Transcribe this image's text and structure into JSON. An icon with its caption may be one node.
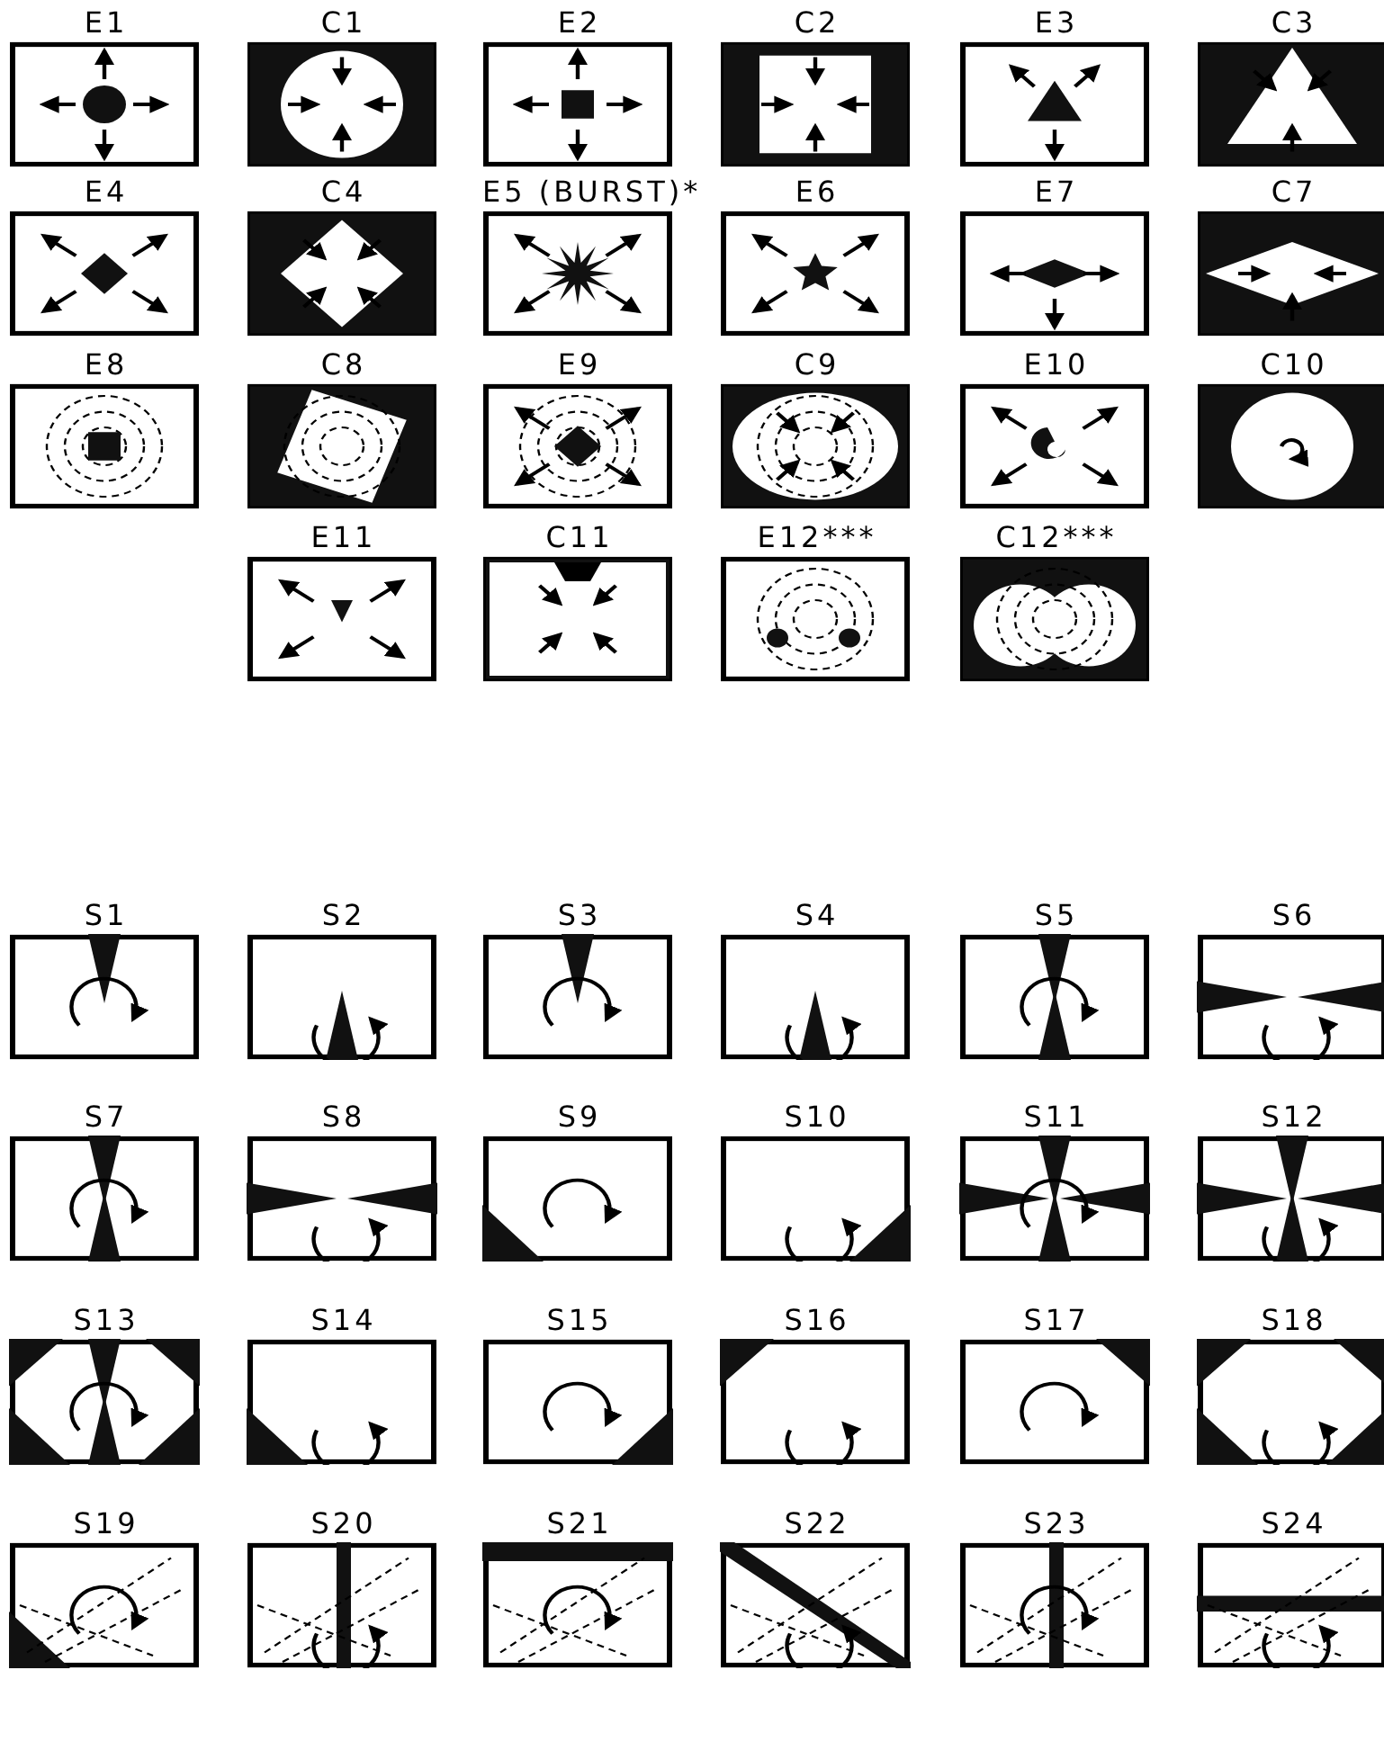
{
  "diagram": {
    "nodes": [
      {
        "text": [
          "E1"
        ]
      },
      {
        "text": [
          "C1"
        ]
      },
      {
        "text": [
          "E2"
        ]
      },
      {
        "text": [
          "C2"
        ]
      },
      {
        "text": [
          "E3"
        ]
      },
      {
        "text": [
          "C3"
        ]
      },
      {
        "text": [
          "E4"
        ]
      },
      {
        "text": [
          "C4"
        ]
      },
      {
        "text": [
          "E5 (BURST)*"
        ]
      },
      {
        "text": [
          "E6"
        ]
      },
      {
        "text": [
          "E7"
        ]
      },
      {
        "text": [
          "C7"
        ]
      },
      {
        "text": [
          "E8"
        ]
      },
      {
        "text": [
          "C8"
        ]
      },
      {
        "text": [
          "E9"
        ]
      },
      {
        "text": [
          "C9"
        ]
      },
      {
        "text": [
          "E10"
        ]
      },
      {
        "text": [
          "C10"
        ]
      },
      {
        "text": [
          "E11"
        ]
      },
      {
        "text": [
          "C11"
        ]
      },
      {
        "text": [
          "E12***"
        ]
      },
      {
        "text": [
          "C12***"
        ]
      },
      {
        "text": [
          "S1"
        ]
      },
      {
        "text": [
          "S2"
        ]
      },
      {
        "text": [
          "S3"
        ]
      },
      {
        "text": [
          "S4"
        ]
      },
      {
        "text": [
          "S5"
        ]
      },
      {
        "text": [
          "S6"
        ]
      },
      {
        "text": [
          "S7"
        ]
      },
      {
        "text": [
          "S8"
        ]
      },
      {
        "text": [
          "S9"
        ]
      },
      {
        "text": [
          "S10"
        ]
      },
      {
        "text": [
          "S11"
        ]
      },
      {
        "text": [
          "S12"
        ]
      },
      {
        "text": [
          "S13"
        ]
      },
      {
        "text": [
          "S14"
        ]
      },
      {
        "text": [
          "S15"
        ]
      },
      {
        "text": [
          "S16"
        ]
      },
      {
        "text": [
          "S17"
        ]
      },
      {
        "text": [
          "S18"
        ]
      },
      {
        "text": [
          "S19"
        ]
      },
      {
        "text": [
          "S20"
        ]
      },
      {
        "text": [
          "S21"
        ]
      },
      {
        "text": [
          "S22"
        ]
      },
      {
        "text": [
          "S23"
        ]
      },
      {
        "text": [
          "S24"
        ]
      }
    ]
  }
}
